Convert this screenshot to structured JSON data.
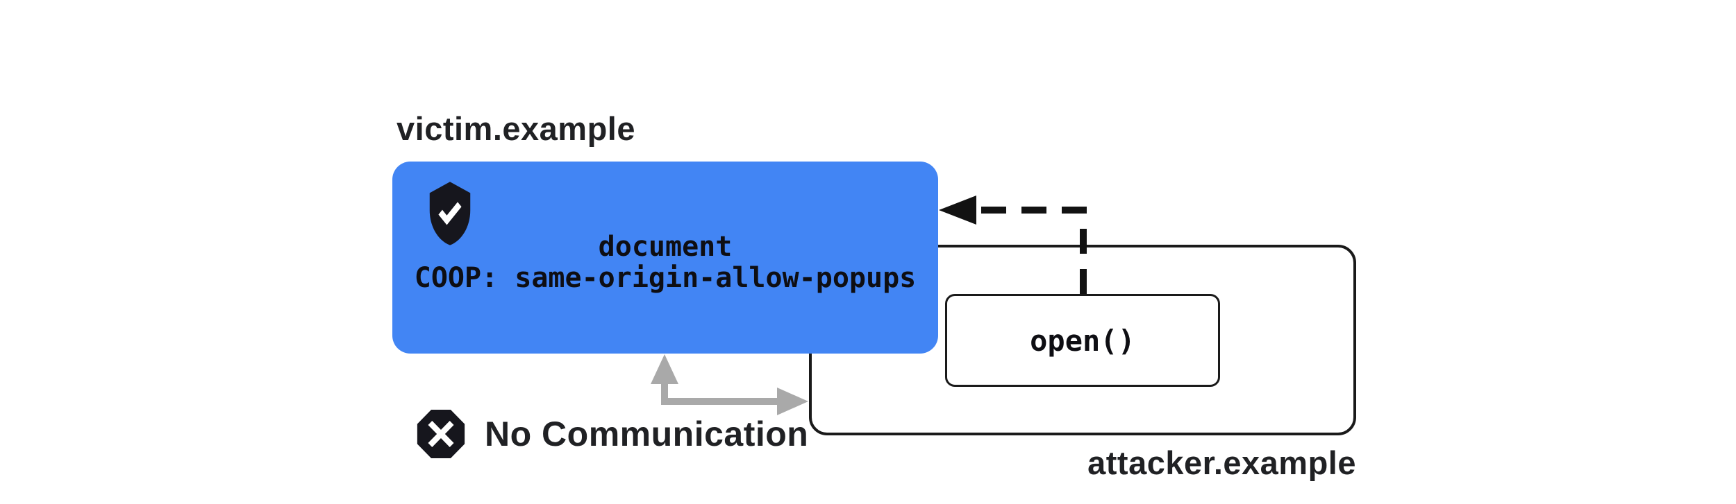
{
  "colors": {
    "background": "#ffffff",
    "victim-box": "#4285f4",
    "text-dark": "#202124",
    "border-black": "#1a1a1a",
    "arrow-gray": "#a9a9a9",
    "arrow-black": "#121212",
    "box-text": "#0e0e13",
    "icon-black": "#16161d"
  },
  "victim": {
    "domain_label": "victim.example",
    "document_label": "document",
    "coop_label": "COOP: same-origin-allow-popups",
    "shield_icon": "shield-check-icon"
  },
  "attacker": {
    "domain_label": "attacker.example",
    "open_call_label": "open()"
  },
  "status": {
    "label": "No Communication",
    "icon": "blocked-octagon-icon"
  }
}
